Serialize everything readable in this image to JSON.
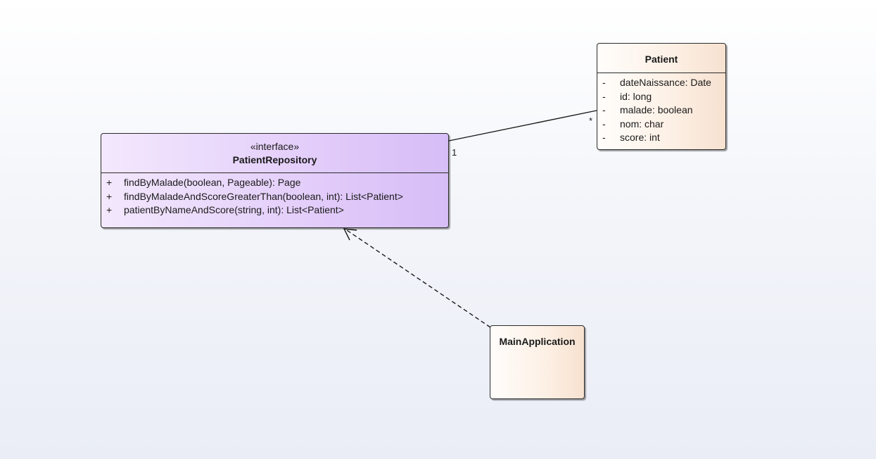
{
  "diagram": {
    "classes": {
      "patient_repository": {
        "stereotype": "«interface»",
        "name": "PatientRepository",
        "operations": [
          {
            "visibility": "+",
            "signature": "findByMalade(boolean, Pageable): Page"
          },
          {
            "visibility": "+",
            "signature": "findByMaladeAndScoreGreaterThan(boolean, int): List<Patient>"
          },
          {
            "visibility": "+",
            "signature": "patientByNameAndScore(string, int): List<Patient>"
          }
        ]
      },
      "patient": {
        "name": "Patient",
        "attributes": [
          {
            "visibility": "-",
            "signature": "dateNaissance: Date"
          },
          {
            "visibility": "-",
            "signature": "id: long"
          },
          {
            "visibility": "-",
            "signature": "malade: boolean"
          },
          {
            "visibility": "-",
            "signature": "nom: char"
          },
          {
            "visibility": "-",
            "signature": "score: int"
          }
        ]
      },
      "main_application": {
        "name": "MainApplication"
      }
    },
    "relationships": {
      "association": {
        "from": "PatientRepository",
        "to": "Patient",
        "source_multiplicity": "1",
        "target_multiplicity": "*"
      },
      "dependency": {
        "from": "MainApplication",
        "to": "PatientRepository"
      }
    }
  },
  "colors": {
    "interface_fill": "#e3cdfa",
    "class_fill": "#fdf1e6",
    "line": "#1a1a1a"
  }
}
